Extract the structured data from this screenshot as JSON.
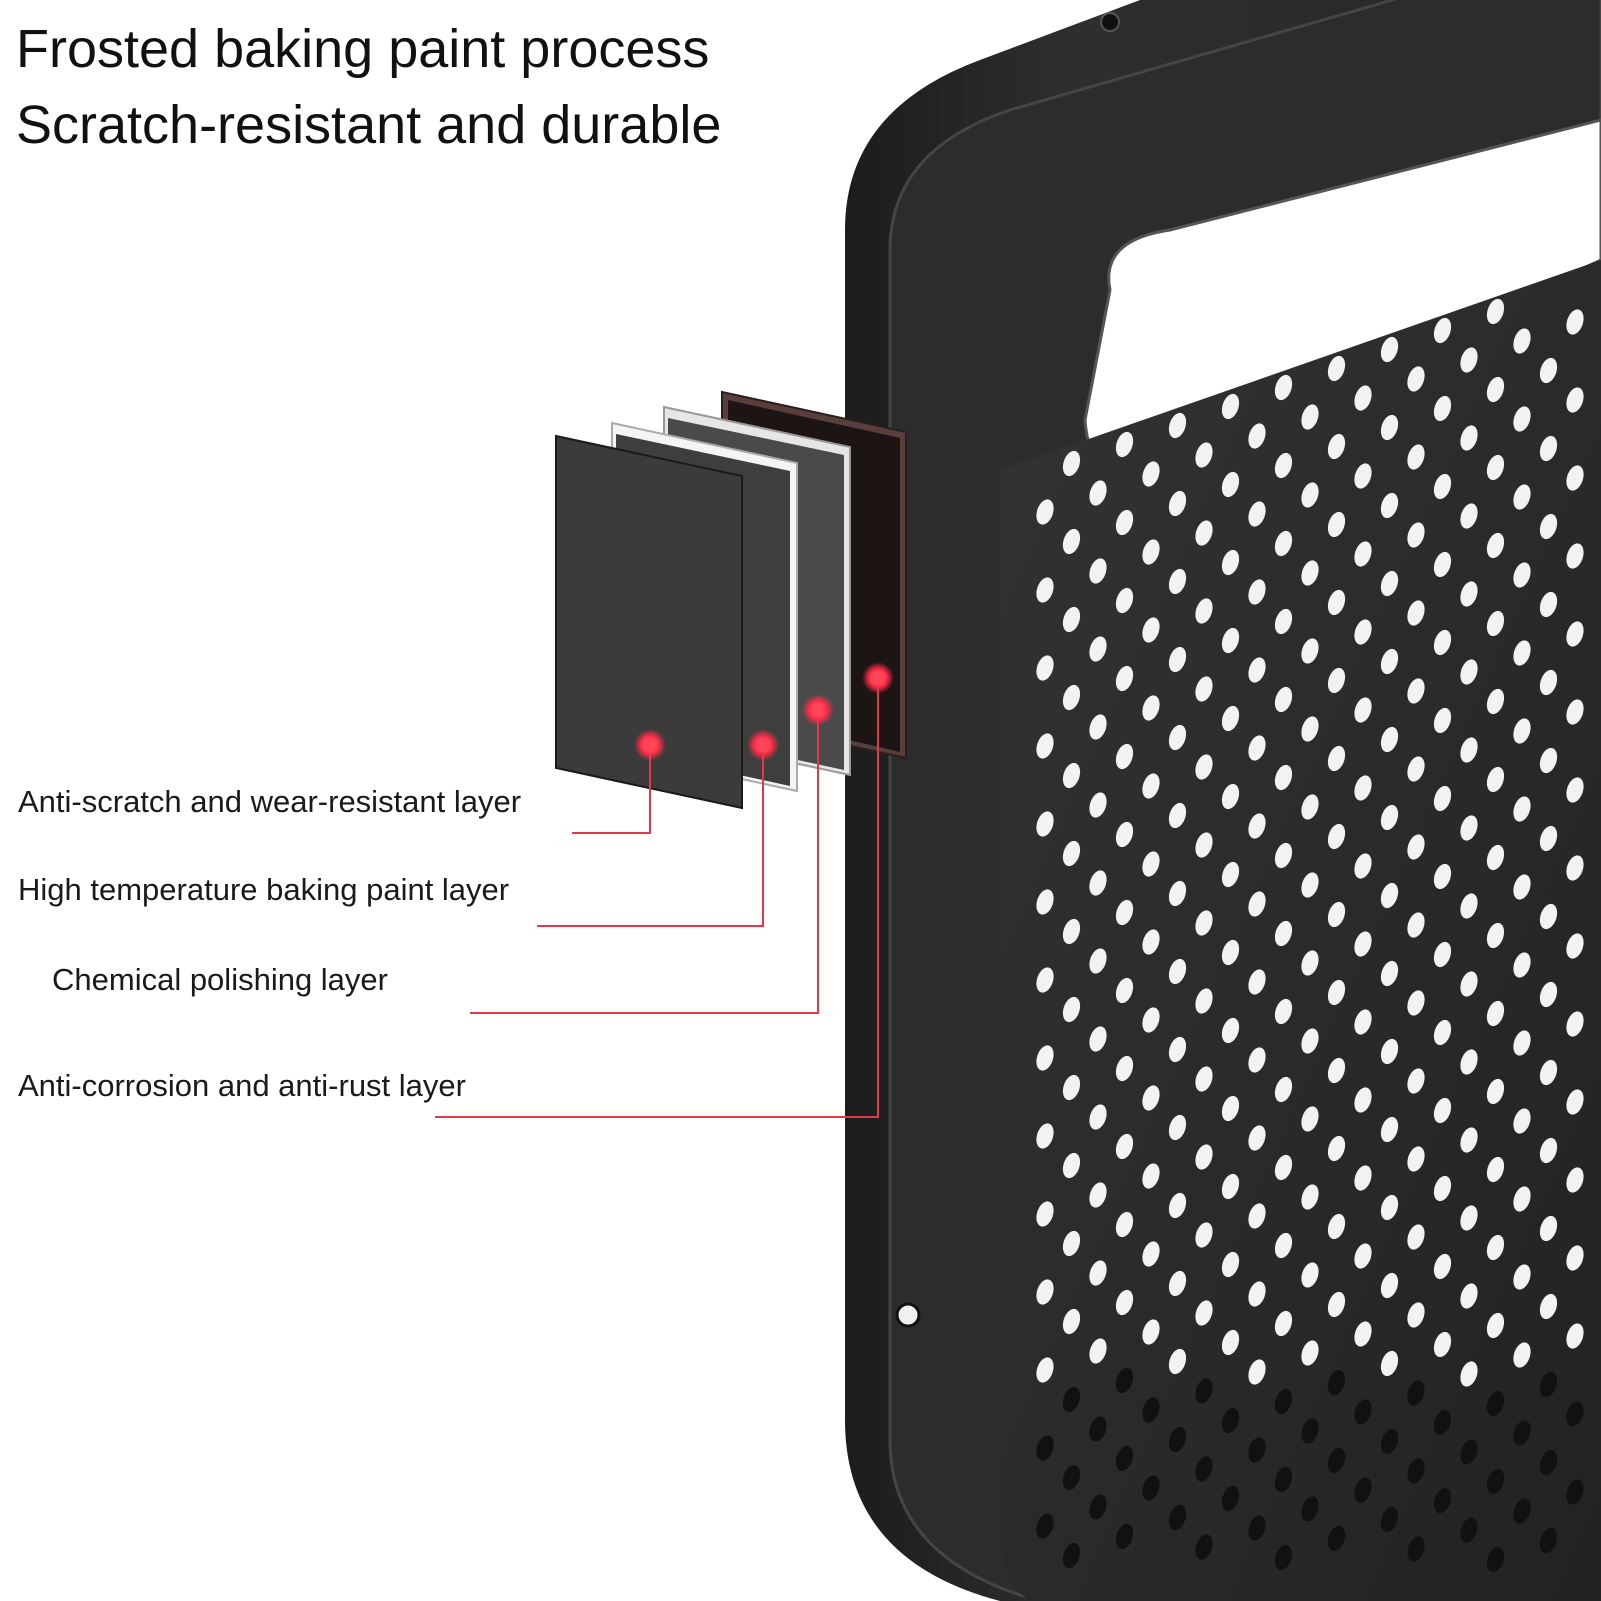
{
  "headline": {
    "line1": "Frosted baking paint process",
    "line2": "Scratch-resistant and durable"
  },
  "layers": [
    {
      "label": "Anti-scratch and wear-resistant layer"
    },
    {
      "label": "High temperature baking paint layer"
    },
    {
      "label": "Chemical polishing layer"
    },
    {
      "label": "Anti-corrosion and anti-rust layer"
    }
  ],
  "colors": {
    "leader_line": "#e03a4a",
    "marker_dot": "#ff3b55",
    "product_body": "#2b2b2b",
    "product_edge": "#3a3a3a",
    "layer_dark": "#3a3a3a",
    "layer_light": "#e6e6e6",
    "layer_brown": "#5a3e3c"
  },
  "icons": [
    "marker-dot-icon",
    "perforated-rack-illustration"
  ]
}
